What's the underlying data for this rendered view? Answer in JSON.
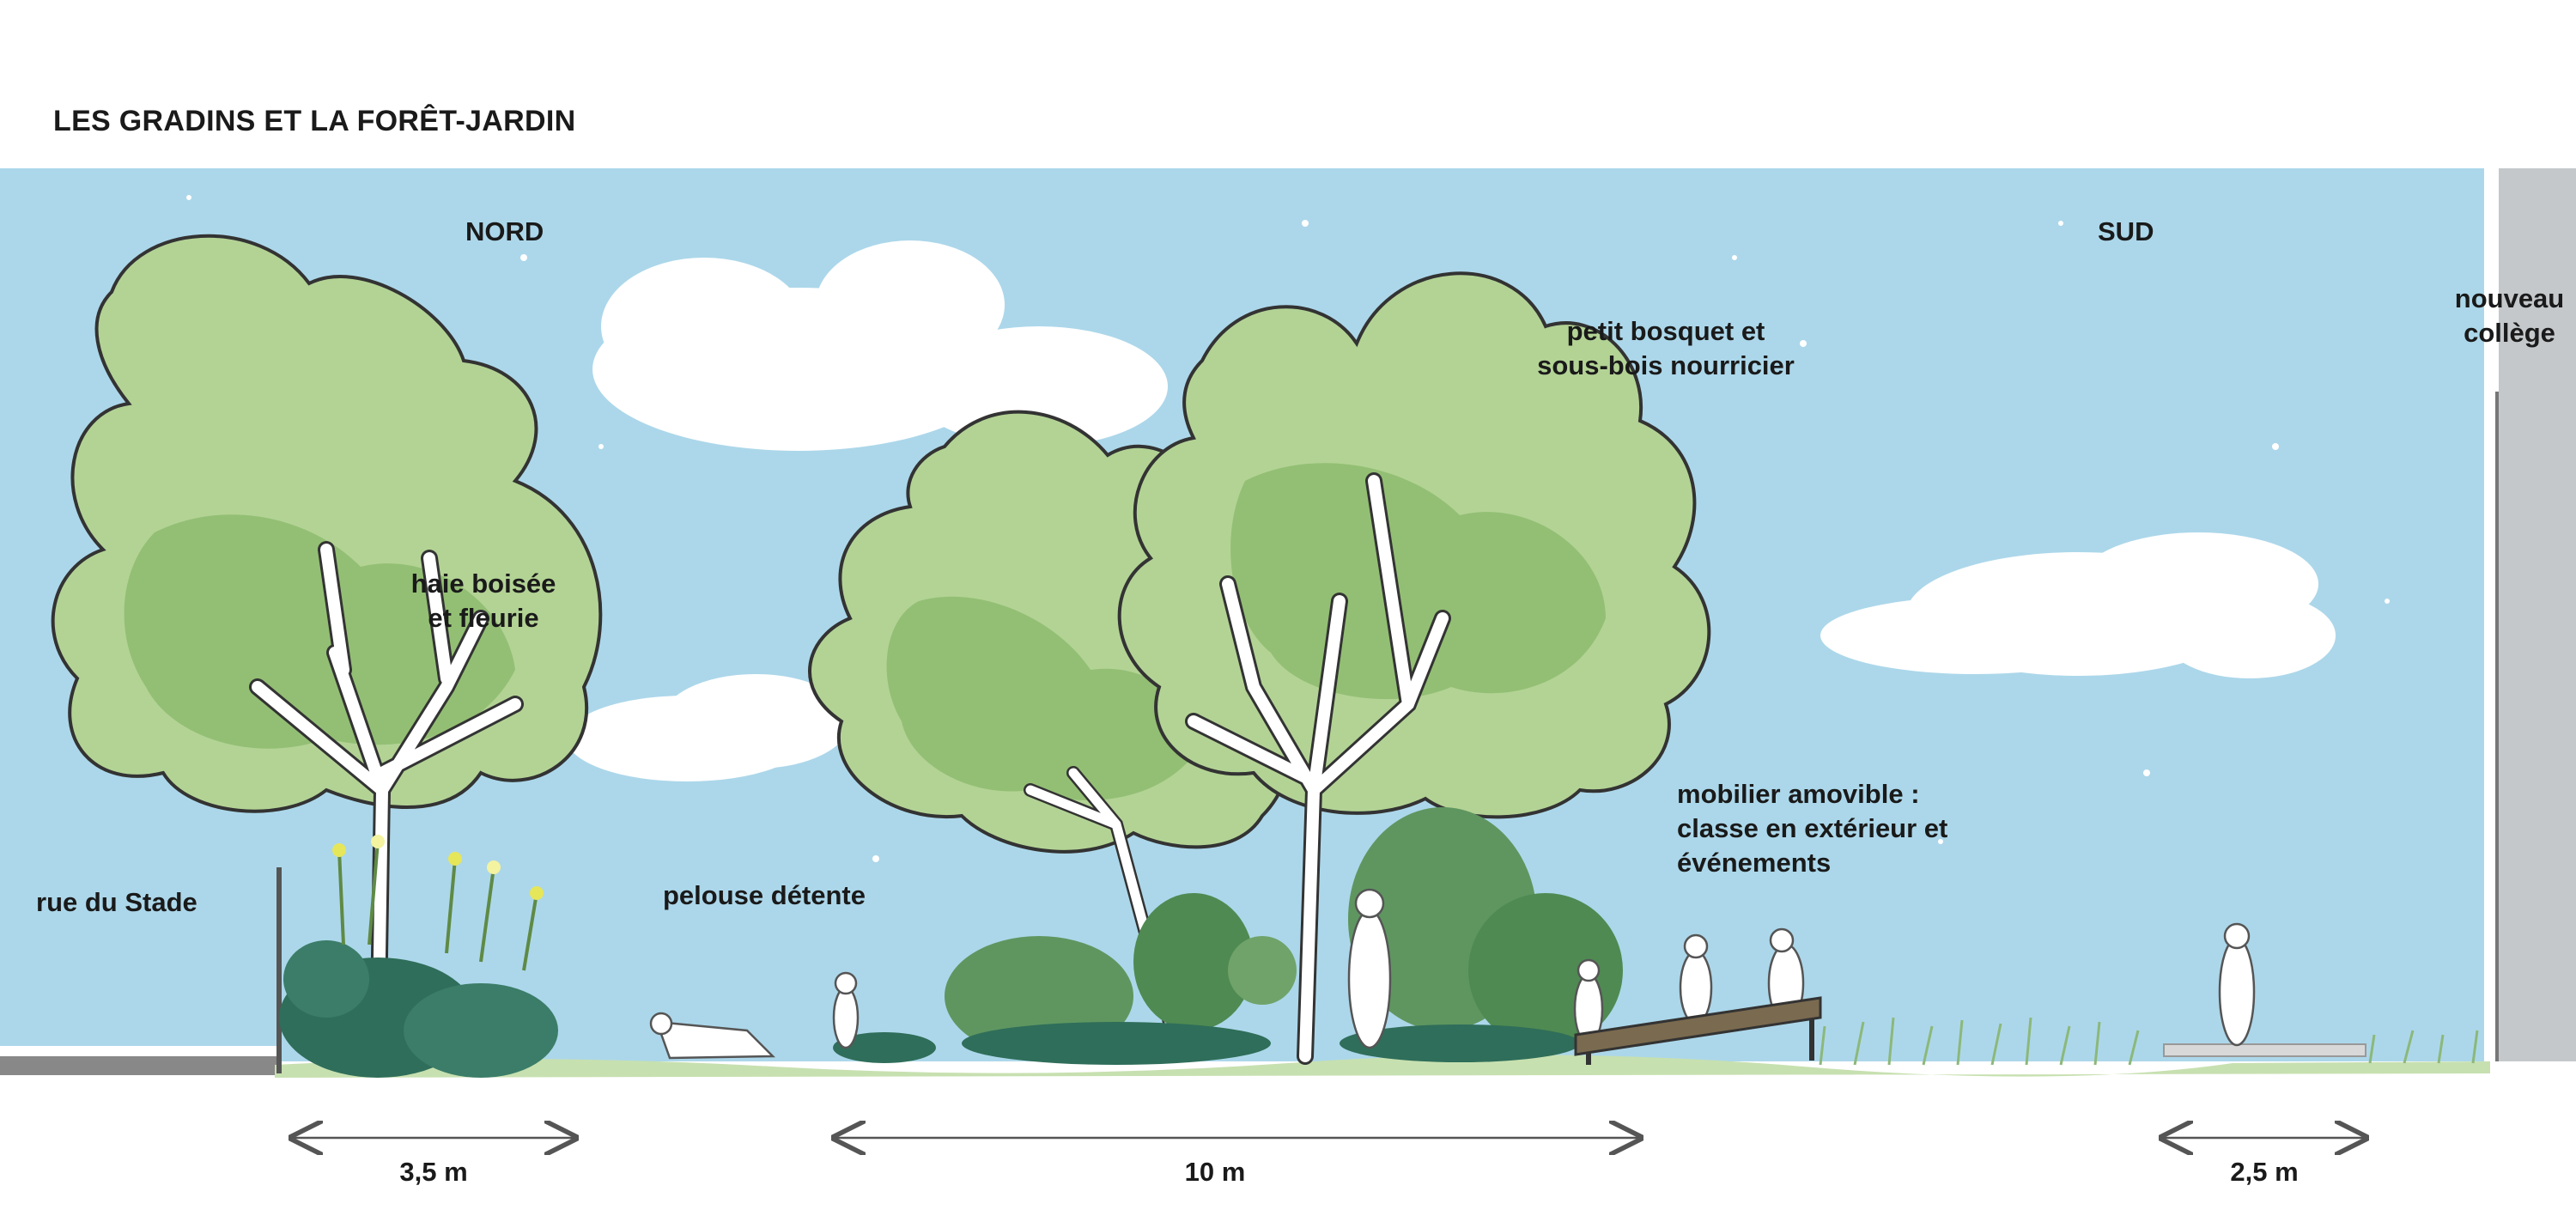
{
  "title": "LES GRADINS ET LA FORÊT-JARDIN",
  "orientation": {
    "north": "NORD",
    "south": "SUD"
  },
  "labels": {
    "hedge": [
      "haie boisée",
      "et fleurie"
    ],
    "grove": [
      "petit bosquet et",
      "sous-bois nourricier"
    ],
    "street": "rue du Stade",
    "lawn": "pelouse détente",
    "furniture": [
      "mobilier amovible :",
      "classe en extérieur et",
      "événements"
    ],
    "college": [
      "nouveau",
      "collège"
    ]
  },
  "dimensions": {
    "left": "3,5 m",
    "center": "10 m",
    "right": "2,5 m"
  },
  "colors": {
    "sky": "#acd7ea",
    "cloud": "#ffffff",
    "foliage_light": "#b3d395",
    "foliage_mid": "#93bf74",
    "foliage_dark": "#5f9660",
    "shrub_teal": "#2f6e5a",
    "building": "#c4c8cb",
    "outline": "#333333"
  }
}
